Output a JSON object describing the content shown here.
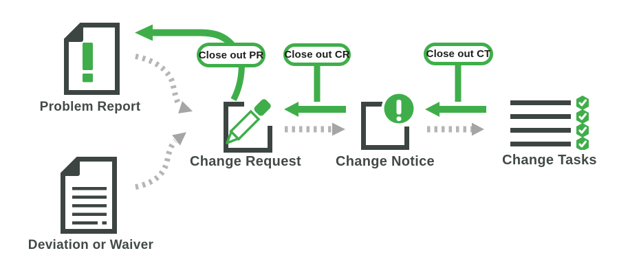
{
  "colors": {
    "accent_green": "#3fae4a",
    "dark_slate": "#3d4543",
    "dash_gray": "#b5b5b5",
    "arrowhead_gray": "#a5a5a5",
    "label_text": "#424a47",
    "badge_text": "#1d1d1b",
    "background": "#ffffff"
  },
  "nodes": [
    {
      "id": "problem-report",
      "label": "Problem Report",
      "icon": "document-exclamation-icon"
    },
    {
      "id": "deviation-or-waiver",
      "label": "Deviation or Waiver",
      "icon": "document-lines-icon"
    },
    {
      "id": "change-request",
      "label": "Change Request",
      "icon": "square-pencil-icon"
    },
    {
      "id": "change-notice",
      "label": "Change Notice",
      "icon": "square-exclamation-icon"
    },
    {
      "id": "change-tasks",
      "label": "Change Tasks",
      "icon": "task-list-checks-icon"
    }
  ],
  "badges": [
    {
      "id": "close-out-pr",
      "label": "Close out PR"
    },
    {
      "id": "close-out-cr",
      "label": "Close out CR"
    },
    {
      "id": "close-out-ct",
      "label": "Close out CT"
    }
  ],
  "flows": [
    {
      "from": "problem-report",
      "to": "change-request",
      "style": "dashed-gray"
    },
    {
      "from": "deviation-or-waiver",
      "to": "change-request",
      "style": "dashed-gray"
    },
    {
      "from": "change-request",
      "to": "change-notice",
      "style": "dashed-gray"
    },
    {
      "from": "change-notice",
      "to": "change-tasks",
      "style": "dashed-gray"
    },
    {
      "from": "change-notice",
      "to": "change-request",
      "style": "solid-green",
      "label": "Close out CR"
    },
    {
      "from": "change-tasks",
      "to": "change-notice",
      "style": "solid-green",
      "label": "Close out CT"
    },
    {
      "from": "change-request",
      "to": "problem-report",
      "style": "solid-green",
      "label": "Close out PR"
    }
  ]
}
